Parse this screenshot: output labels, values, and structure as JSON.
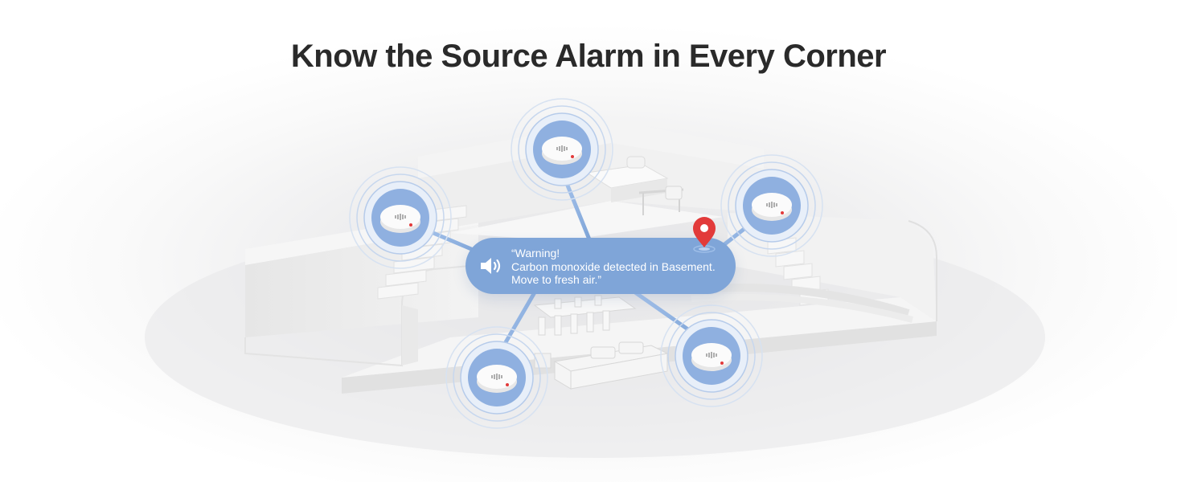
{
  "headline": "Know the Source Alarm in Every Corner",
  "alert": {
    "line1": "“Warning!",
    "line2": "Carbon monoxide detected in Basement.",
    "line3": "Move to fresh air.”",
    "speaker_icon": "speaker-volume-icon",
    "location_icon": "location-pin-icon"
  },
  "sensors": [
    {
      "id": "top-bedroom",
      "icon": "smoke-alarm-icon"
    },
    {
      "id": "left-stairs",
      "icon": "smoke-alarm-icon"
    },
    {
      "id": "right-stairs",
      "icon": "smoke-alarm-icon"
    },
    {
      "id": "bottom-left-living",
      "icon": "smoke-alarm-icon"
    },
    {
      "id": "bottom-right-basement",
      "icon": "smoke-alarm-icon"
    }
  ],
  "colors": {
    "accent_blue": "#7fa5d8",
    "connector_blue": "#8fb3e3",
    "pin_red": "#e23a3a",
    "headline": "#2a2a2a"
  }
}
